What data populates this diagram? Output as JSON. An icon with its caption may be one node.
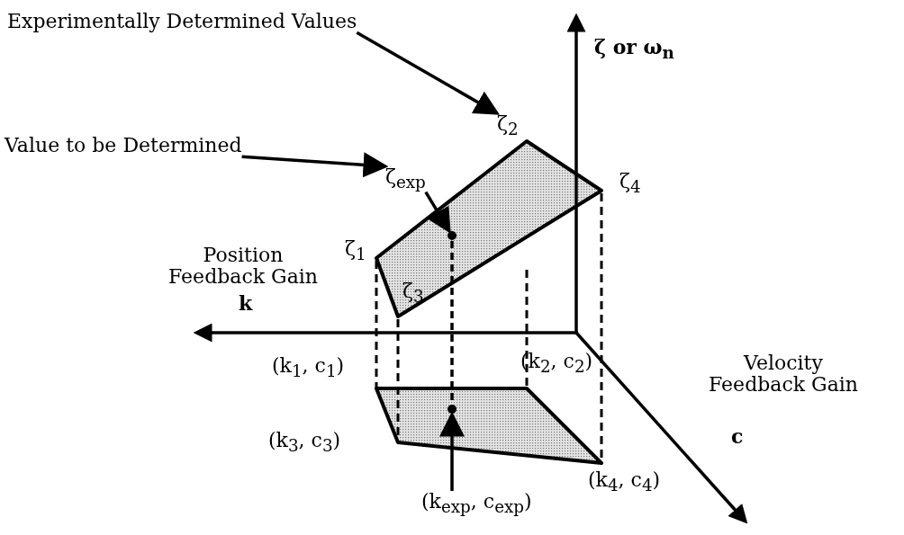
{
  "diagram": {
    "nodes": [
      {
        "text": [
          "Experimentally Determined Values"
        ]
      },
      {
        "text": [
          "ζ$_{2}$"
        ]
      },
      {
        "text": [
          "Value to be Determined"
        ]
      },
      {
        "text": [
          "ζ$_{exp}$"
        ]
      },
      {
        "text": [],
        "shape": "circle"
      },
      {
        "text": [],
        "shape": "circle"
      },
      {
        "text": [
          "(k$_{exp}$, c$_{exp}$)"
        ]
      }
    ],
    "edges": [
      {
        "from": 0,
        "to": 1,
        "arrow": "to"
      },
      {
        "from": 2,
        "to": 3,
        "arrow": "to"
      },
      {
        "from": 3,
        "to": 4,
        "arrow": "to"
      },
      {
        "from": 6,
        "to": 5,
        "arrow": "to"
      },
      {
        "from": 4,
        "to": 5,
        "arrow": "none",
        "style": "dashed"
      }
    ],
    "labels": [
      "ζ or ω$_{n}$",
      "ζ$_{4}$",
      "ζ$_{1}$",
      "Position Feedback Gain",
      "ζ$_{3}$",
      "k",
      "(k$_{1}$, c$_{1}$)",
      "(k$_{2}$, c$_{2}$)",
      "Velocity Feedback Gain",
      "c",
      "(k$_{3}$, c$_{3}$)",
      "(k$_{4}$, c$_{4}$)"
    ]
  }
}
